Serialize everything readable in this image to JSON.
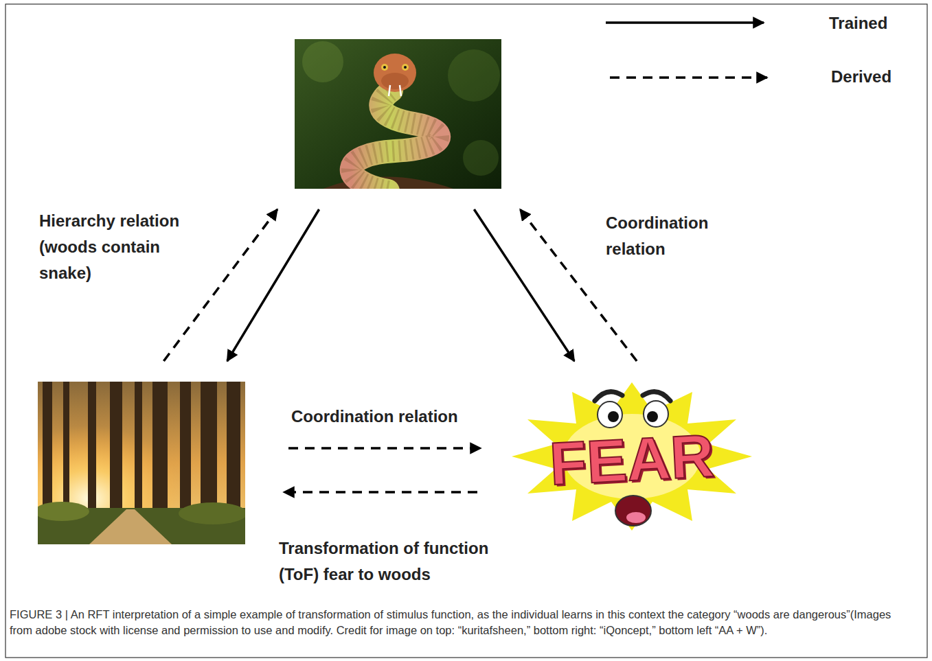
{
  "diagram": {
    "caption": "FIGURE 3 | An RFT interpretation of a simple example of transformation of stimulus function, as the individual learns in this context the category “woods are dangerous”(Images from adobe stock with license and permission to use and modify. Credit for image on top: “kuritafsheen,” bottom right: “iQoncept,” bottom left “AA + W”).",
    "nodes": [
      {
        "text": []
      },
      {
        "text": []
      },
      {
        "text": [
          "FEAR"
        ]
      }
    ],
    "edges": [
      {
        "from": 0,
        "to": 1,
        "arrow": "to"
      },
      {
        "from": 1,
        "to": 0,
        "arrow": "to",
        "label": "Hierarchy relation (woods contain snake)"
      },
      {
        "from": 0,
        "to": 2,
        "arrow": "to"
      },
      {
        "from": 2,
        "to": 0,
        "arrow": "to",
        "label": "Coordination relation"
      },
      {
        "from": 1,
        "to": 2,
        "arrow": "to",
        "label": "Coordination relation"
      },
      {
        "from": 2,
        "to": 1,
        "arrow": "to",
        "label": "Transformation of function (ToF) fear to woods"
      }
    ],
    "legend": [
      {
        "text": "Trained"
      },
      {
        "text": "Derived"
      }
    ]
  }
}
